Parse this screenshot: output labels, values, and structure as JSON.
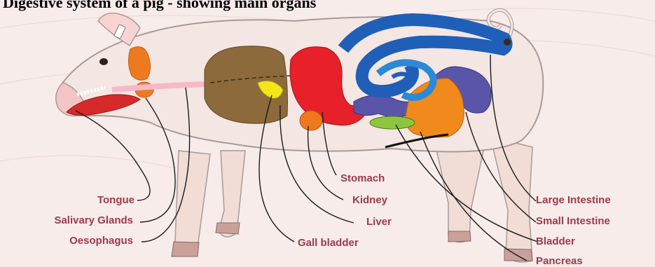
{
  "title": "Digestive system of a pig - showing main organs",
  "labels": {
    "tongue": "Tongue",
    "salivary_glands": "Salivary Glands",
    "oesophagus": "Oesophagus",
    "stomach": "Stomach",
    "kidney": "Kidney",
    "liver": "Liver",
    "gall_bladder": "Gall bladder",
    "large_intestine": "Large Intestine",
    "small_intestine": "Small Intestine",
    "bladder": "Bladder",
    "pancreas": "Pancreas"
  },
  "colors": {
    "label_text": "#9b3a4a",
    "pig_body": "#f4e6e2",
    "liver": "#8c6a3c",
    "stomach": "#e8202a",
    "large_intestine": "#1f5fb8",
    "small_intestine": "#5a55a8",
    "pancreas": "#f08a1c",
    "bladder": "#8cc63f",
    "gall_bladder": "#f5e61a",
    "salivary_glands": "#ee7a20"
  }
}
